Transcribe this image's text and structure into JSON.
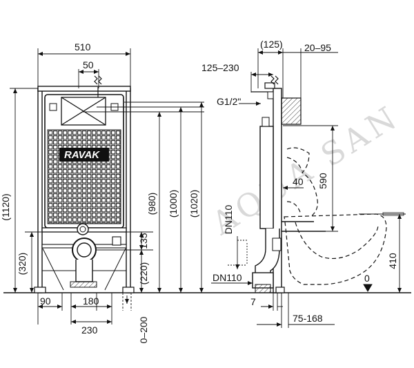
{
  "watermark": "AQUA SAN",
  "brand": "RAVAK",
  "front_view": {
    "width_top": "510",
    "width_inner": "50",
    "height_total": "(1120)",
    "height_980": "(980)",
    "height_1000": "(1000)",
    "height_1020": "(1020)",
    "height_320": "(320)",
    "height_220": "(220)",
    "height_135": "135",
    "bottom_90": "90",
    "bottom_180": "180",
    "bottom_230": "230",
    "range_0_200": "0–200"
  },
  "side_view": {
    "dim_125_top": "(125)",
    "dim_20_95": "20–95",
    "dim_125_230": "125–230",
    "thread": "G1/2\"",
    "dim_40": "40",
    "dim_590": "590",
    "dn110_upper": "DN110",
    "dn110_lower": "DN110",
    "dim_7": "7",
    "dim_75_168": "75-168",
    "dim_410": "410",
    "floor_zero": "0"
  }
}
